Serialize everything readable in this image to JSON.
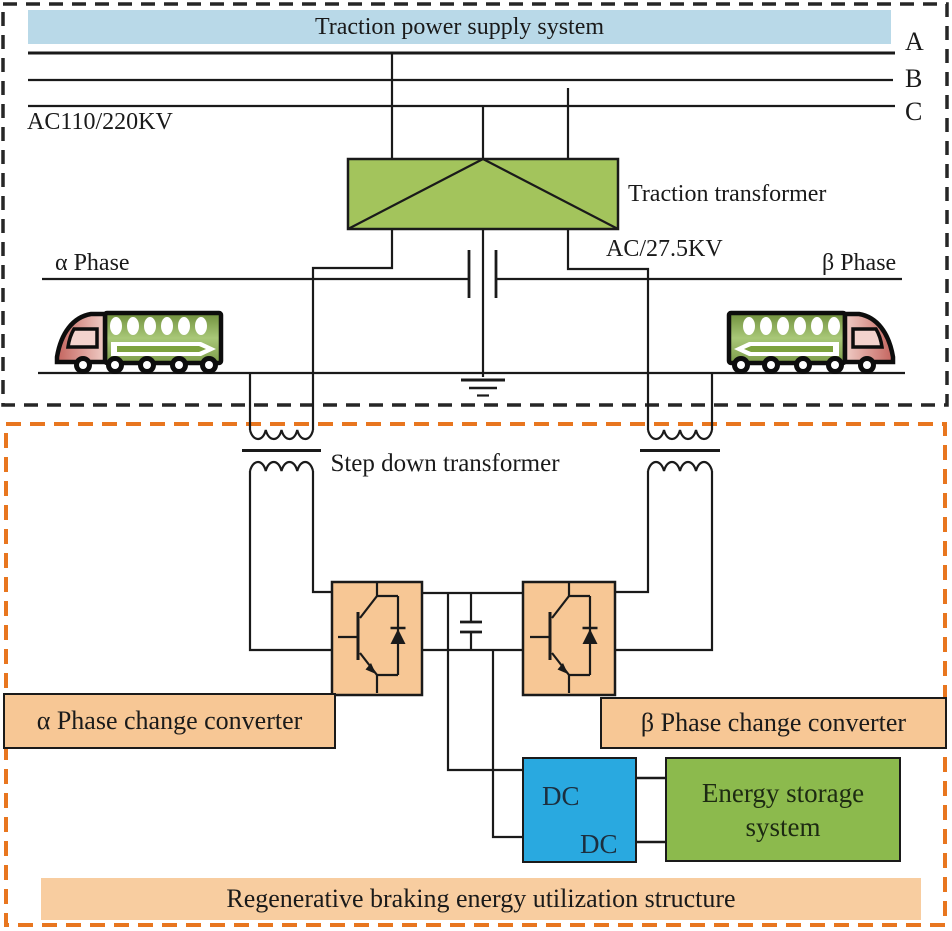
{
  "top": {
    "title": "Traction power supply system",
    "bus_voltage": "AC110/220KV",
    "bus_a": "A",
    "bus_b": "B",
    "bus_c": "C",
    "traction_transformer": "Traction transformer",
    "output_voltage": "AC/27.5KV",
    "alpha_phase": "α Phase",
    "beta_phase": "β Phase"
  },
  "bottom": {
    "step_down": "Step down transformer",
    "alpha_converter": "α Phase change converter",
    "beta_converter": "β Phase change converter",
    "dcdc_top": "DC",
    "dcdc_bottom": "DC",
    "storage_line1": "Energy storage",
    "storage_line2": "system",
    "footer": "Regenerative braking energy utilization structure"
  },
  "colors": {
    "header_fill": "#b9d9e8",
    "transformer_green": "#a3c45c",
    "storage_green": "#8cba4d",
    "converter_orange": "#f7c795",
    "footer_orange": "#f8cda0",
    "dcdc_blue": "#29a9e0",
    "dashed_border_black": "#262626",
    "dashed_border_orange": "#e8761f",
    "wire": "#1a1a1a",
    "train_body_green": "#8fb050",
    "train_cab_pink": "#d98e85"
  }
}
